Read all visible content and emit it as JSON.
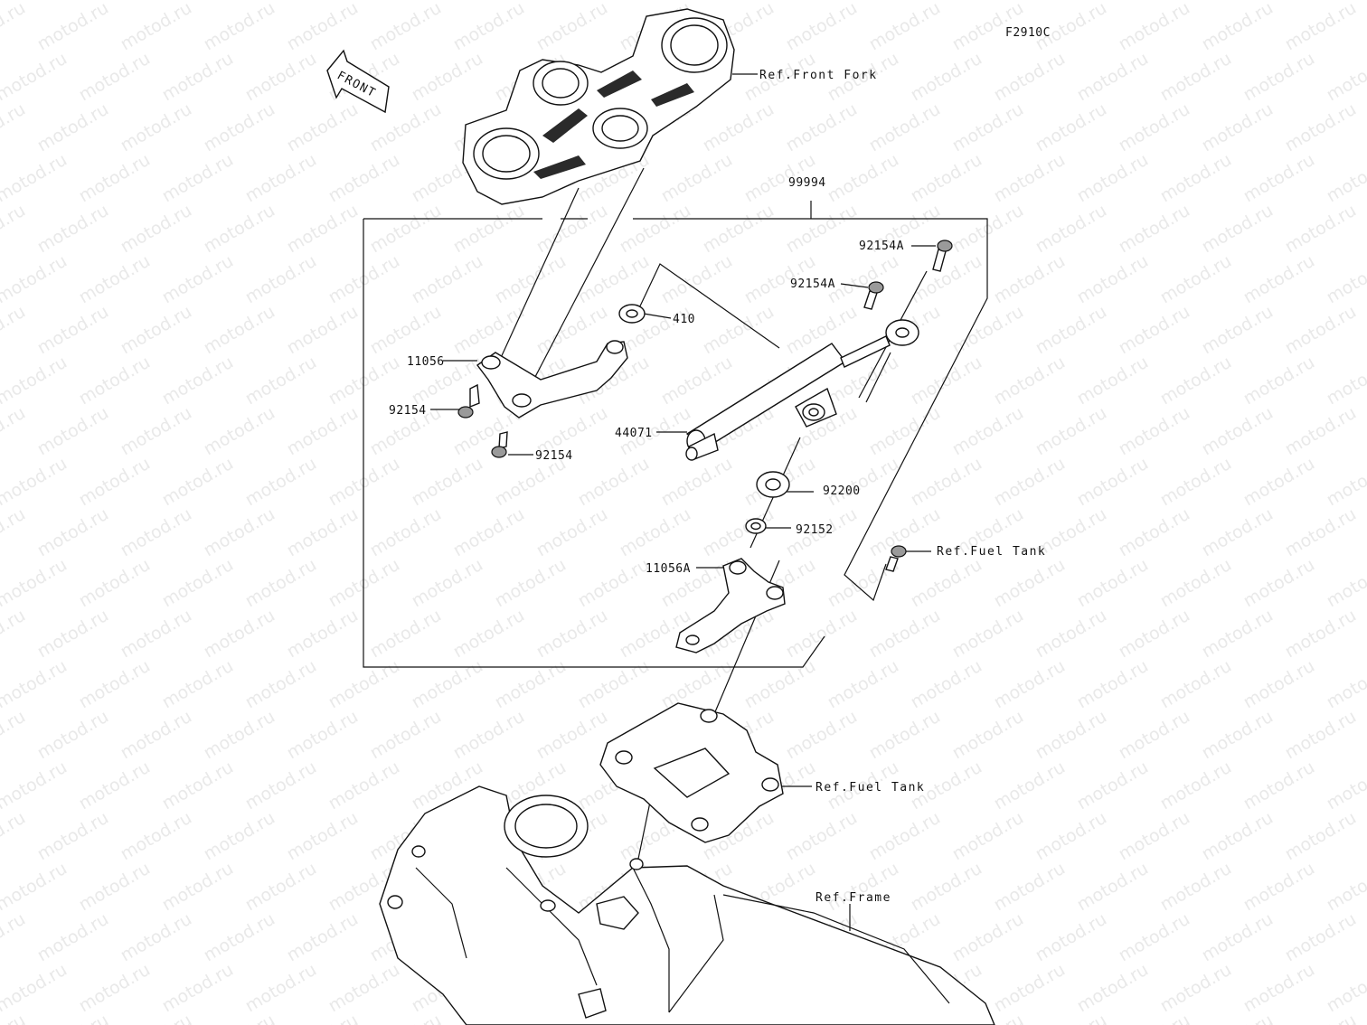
{
  "diagram": {
    "code": "F2910C",
    "front_arrow": "FRONT",
    "watermark": "motod.ru",
    "labels": {
      "assembly": "99994",
      "bracket_upper": "11056",
      "bracket_lower": "11056A",
      "screw_1": "92154",
      "screw_2": "92154",
      "screw_a1": "92154A",
      "screw_a2": "92154A",
      "washer": "410",
      "damper": "44071",
      "collar": "92200",
      "nut": "92152",
      "ref_front_fork": "Ref.Front Fork",
      "ref_fuel_tank_bolt": "Ref.Fuel Tank",
      "ref_fuel_tank": "Ref.Fuel Tank",
      "ref_frame": "Ref.Frame"
    }
  }
}
